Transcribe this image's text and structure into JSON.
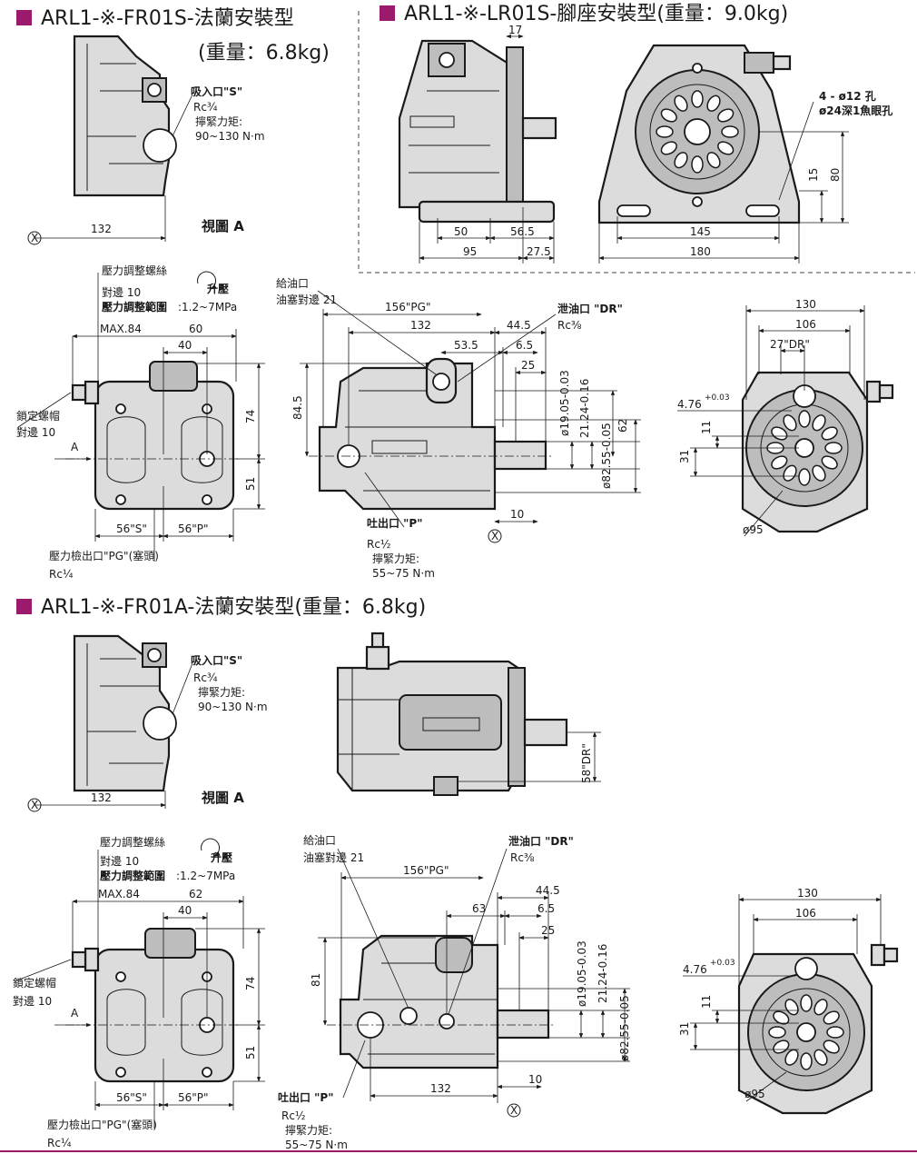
{
  "headings": {
    "fr01s_title": "ARL1-※-FR01S-法蘭安裝型",
    "fr01s_weight": "(重量：6.8kg)",
    "lr01s_title": "ARL1-※-LR01S-腳座安裝型(重量：9.0kg)",
    "fr01a_title": "ARL1-※-FR01A-法蘭安裝型(重量：6.8kg)"
  },
  "colors": {
    "accent": "#9b1a6c"
  },
  "view_a_s": {
    "suction_port": "吸入口\"S\"",
    "thread": "Rc¾",
    "torque_label": "擰緊力矩:",
    "torque_value": "90~130 N·m",
    "dim_132": "132",
    "datum": "X",
    "view_label": "視圖 A"
  },
  "view_a_a": {
    "suction_port": "吸入口\"S\"",
    "thread": "Rc¾",
    "torque_label": "擰緊力矩:",
    "torque_value": "90~130 N·m",
    "dim_132": "132",
    "datum": "X",
    "view_label": "視圖 A"
  },
  "foot_side": {
    "dim_17": "17",
    "dim_50": "50",
    "dim_56_5": "56.5",
    "dim_95": "95",
    "dim_27_5": "27.5"
  },
  "foot_front": {
    "hole_note_1": "4 - ø12 孔",
    "hole_note_2": "ø24深1魚眼孔",
    "dim_145": "145",
    "dim_180": "180",
    "dim_15": "15",
    "dim_80": "80"
  },
  "front_s": {
    "adj_screw": "壓力調整螺絲",
    "across_flats": "對邊 10",
    "adj_range_label": "壓力調整範圍",
    "adj_range_value": ":1.2~7MPa",
    "raise": "升壓",
    "max84": "MAX.84",
    "dim_60": "60",
    "dim_40": "40",
    "lock_nut": "鎖定螺帽",
    "lock_flats": "對邊 10",
    "arrow_a": "A",
    "dim_74": "74",
    "dim_51": "51",
    "dim_56s": "56\"S\"",
    "dim_56p": "56\"P\"",
    "gauge_port": "壓力檢出口\"PG\"(塞頭)",
    "gauge_thread": "Rc¼"
  },
  "front_a": {
    "adj_screw": "壓力調整螺絲",
    "across_flats": "對邊 10",
    "adj_range_label": "壓力調整範圍",
    "adj_range_value": ":1.2~7MPa",
    "raise": "升壓",
    "max84": "MAX.84",
    "dim_62": "62",
    "dim_40": "40",
    "lock_nut": "鎖定螺帽",
    "lock_flats": "對邊 10",
    "arrow_a": "A",
    "dim_74": "74",
    "dim_51": "51",
    "dim_56s": "56\"S\"",
    "dim_56p": "56\"P\"",
    "gauge_port": "壓力檢出口\"PG\"(塞頭)",
    "gauge_thread": "Rc¼"
  },
  "side_s": {
    "fill_port": "給油口",
    "fill_plug": "油塞對邊 21",
    "dim_156pg": "156\"PG\"",
    "dim_132": "132",
    "dim_44_5": "44.5",
    "dim_53_5": "53.5",
    "dim_6_5": "6.5",
    "dim_25": "25",
    "dim_84_5": "84.5",
    "drain_port": "泄油口 \"DR\"",
    "drain_thread": "Rc⅜",
    "shaft_1": "ø19.05-0.03",
    "shaft_2": "21.24-0.16",
    "dim_62": "62",
    "pilot": "ø82.55-0.05",
    "dim_10": "10",
    "outlet_port": "吐出口 \"P\"",
    "outlet_thread": "Rc½",
    "torque_label": "擰緊力矩:",
    "torque_value": "55~75 N·m",
    "datum": "X"
  },
  "side_a": {
    "fill_port": "給油口",
    "fill_plug": "油塞對邊 21",
    "dim_156pg": "156\"PG\"",
    "dim_44_5": "44.5",
    "dim_63": "63",
    "dim_6_5": "6.5",
    "dim_25": "25",
    "dim_81": "81",
    "drain_port": "泄油口 \"DR\"",
    "drain_thread": "Rc⅜",
    "shaft_1": "ø19.05-0.03",
    "shaft_2": "21.24-0.16",
    "pilot": "ø82.55-0.05",
    "dim_132": "132",
    "dim_10": "10",
    "outlet_port": "吐出口 \"P\"",
    "outlet_thread": "Rc½",
    "torque_label": "擰緊力矩:",
    "torque_value": "55~75 N·m",
    "datum": "X"
  },
  "top_a": {
    "dim_58dr": "58\"DR\""
  },
  "end_s": {
    "dim_130": "130",
    "dim_106": "106",
    "dim_27dr": "27\"DR\"",
    "key_476": "4.76",
    "key_tol": "+0.03",
    "dim_11": "11",
    "dim_31": "31",
    "dim_95": "ø95"
  },
  "end_a": {
    "dim_130": "130",
    "dim_106": "106",
    "key_476": "4.76",
    "key_tol": "+0.03",
    "dim_11": "11",
    "dim_31": "31",
    "dim_95": "ø95"
  }
}
